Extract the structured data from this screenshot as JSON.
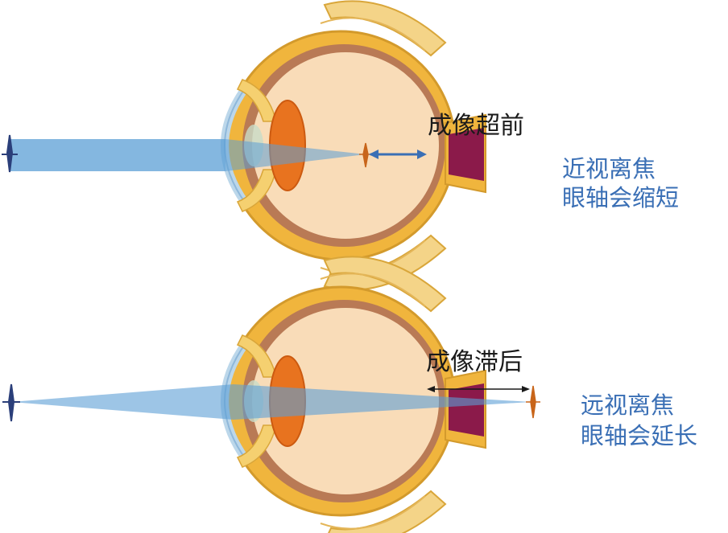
{
  "top": {
    "image_label": "成像超前",
    "caption_line1": "近视离焦",
    "caption_line2": "眼轴会缩短"
  },
  "bottom": {
    "image_label": "成像滞后",
    "caption_line1": "远视离焦",
    "caption_line2": "眼轴会延长"
  },
  "colors": {
    "sclera": "#f0b53d",
    "choroid": "#b97a55",
    "vitreous": "#f9dcb8",
    "lens": "#e8731f",
    "optic_nerve": "#8b1a4a",
    "light_beam": "#5b9fd6",
    "caption": "#3a6fb5"
  }
}
